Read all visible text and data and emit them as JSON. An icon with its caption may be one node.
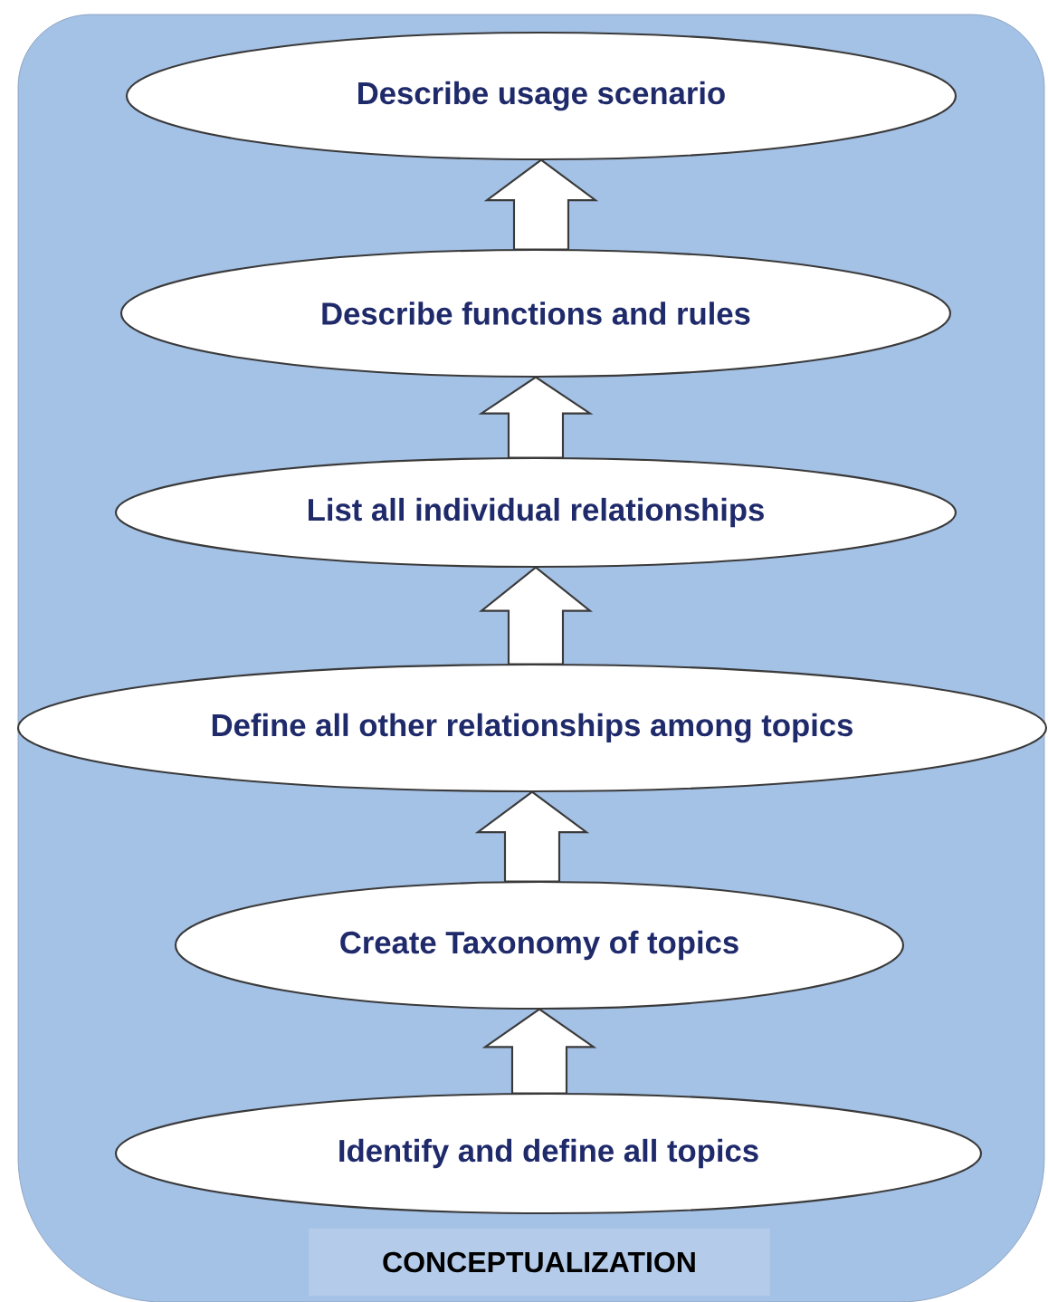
{
  "diagram": {
    "nodes": [
      {
        "text": [
          "CONCEPTUALIZATION"
        ]
      },
      {
        "text": [
          "Describe usage scenario"
        ],
        "in": 0
      },
      {
        "text": [
          "Describe functions and rules"
        ],
        "in": 0
      },
      {
        "text": [
          "List all individual relationships"
        ],
        "in": 0
      },
      {
        "text": [
          "Define all other relationships among topics"
        ],
        "in": 0
      },
      {
        "text": [
          "Create Taxonomy of topics"
        ],
        "in": 0
      },
      {
        "text": [
          "Identify and define all topics"
        ],
        "in": 0
      }
    ],
    "edges": [
      {
        "from": 2,
        "to": 1,
        "arrow": "to"
      },
      {
        "from": 3,
        "to": 2,
        "arrow": "to"
      },
      {
        "from": 4,
        "to": 3,
        "arrow": "to"
      },
      {
        "from": 5,
        "to": 4,
        "arrow": "to"
      },
      {
        "from": 6,
        "to": 5,
        "arrow": "to"
      }
    ]
  }
}
